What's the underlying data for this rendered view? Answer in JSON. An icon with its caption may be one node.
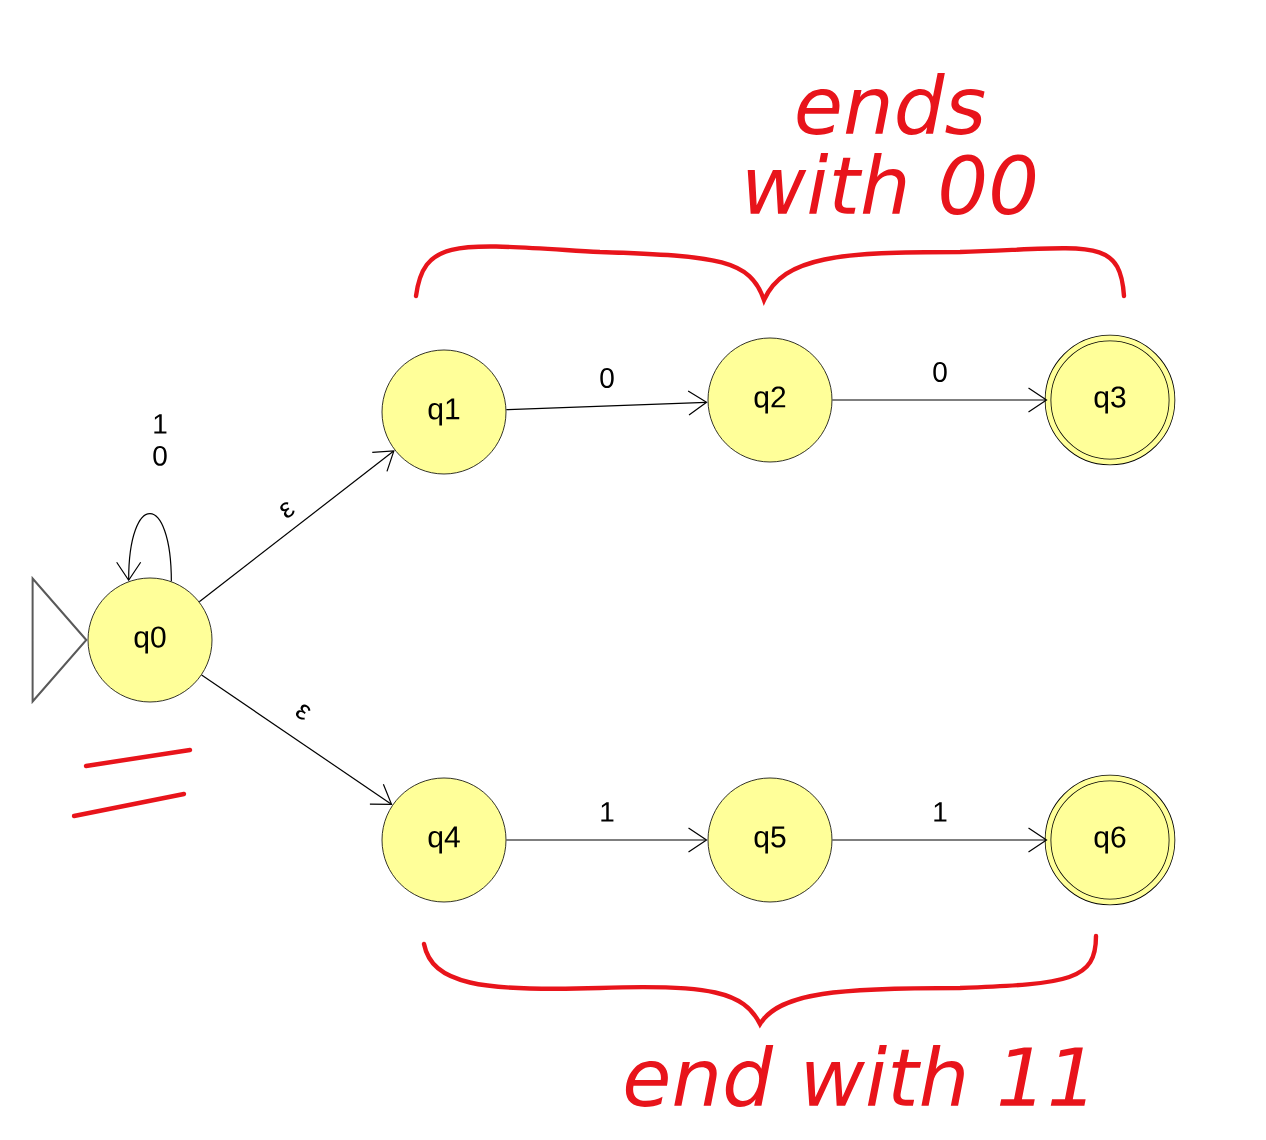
{
  "diagram": {
    "nodes": [
      {
        "text": [
          "q0"
        ]
      },
      {
        "text": [
          "q1"
        ]
      },
      {
        "text": [
          "q2"
        ]
      },
      {
        "text": [
          "q3"
        ]
      },
      {
        "text": [
          "q4"
        ]
      },
      {
        "text": [
          "q5"
        ]
      },
      {
        "text": [
          "q6"
        ]
      }
    ],
    "edges": [
      {
        "from": null,
        "to": 0,
        "arrow": "to"
      },
      {
        "from": 0,
        "to": 0,
        "arrow": "to",
        "label": "1 0"
      },
      {
        "from": 0,
        "to": 1,
        "arrow": "to",
        "label": "ε"
      },
      {
        "from": 1,
        "to": 2,
        "arrow": "to",
        "label": "0"
      },
      {
        "from": 2,
        "to": 3,
        "arrow": "to",
        "label": "0"
      },
      {
        "from": 0,
        "to": 4,
        "arrow": "to",
        "label": "ε"
      },
      {
        "from": 4,
        "to": 5,
        "arrow": "to",
        "label": "1"
      },
      {
        "from": 5,
        "to": 6,
        "arrow": "to",
        "label": "1"
      }
    ],
    "labels": [
      "ends with 00",
      "end with 11"
    ]
  }
}
